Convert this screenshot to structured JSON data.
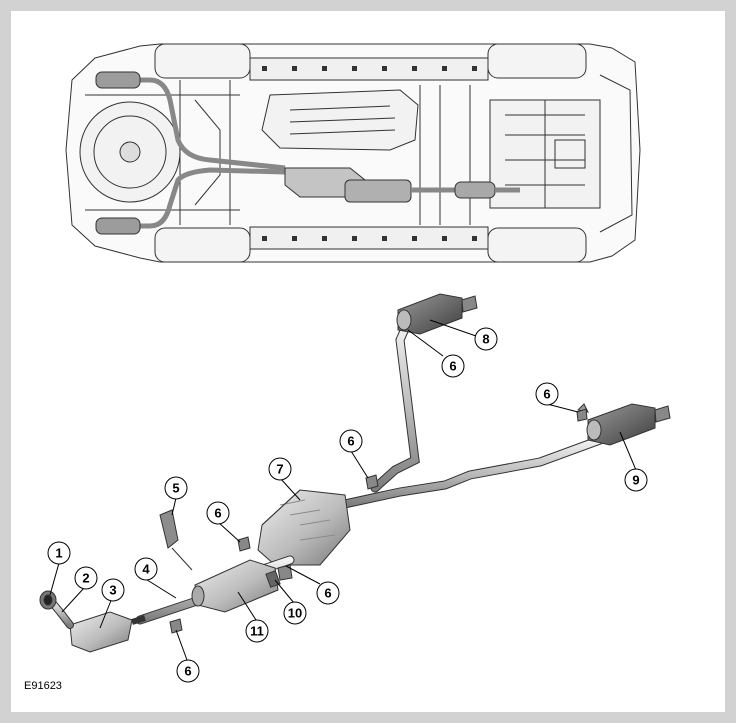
{
  "figure": {
    "figure_id": "E91623"
  },
  "callouts": [
    {
      "id": "c1",
      "label": "1"
    },
    {
      "id": "c2",
      "label": "2"
    },
    {
      "id": "c3",
      "label": "3"
    },
    {
      "id": "c4",
      "label": "4"
    },
    {
      "id": "c5",
      "label": "5"
    },
    {
      "id": "c6a",
      "label": "6"
    },
    {
      "id": "c6b",
      "label": "6"
    },
    {
      "id": "c6c",
      "label": "6"
    },
    {
      "id": "c6d",
      "label": "6"
    },
    {
      "id": "c6e",
      "label": "6"
    },
    {
      "id": "c6f",
      "label": "6"
    },
    {
      "id": "c7",
      "label": "7"
    },
    {
      "id": "c8",
      "label": "8"
    },
    {
      "id": "c9",
      "label": "9"
    },
    {
      "id": "c10",
      "label": "10"
    },
    {
      "id": "c11",
      "label": "11"
    }
  ],
  "colors": {
    "border": "#d2d2d2",
    "line": "#333333",
    "metal_light": "#e6e6e6",
    "metal_mid": "#b8b8b8",
    "metal_dark": "#7a7a7a",
    "callout_fill": "#ffffff"
  }
}
